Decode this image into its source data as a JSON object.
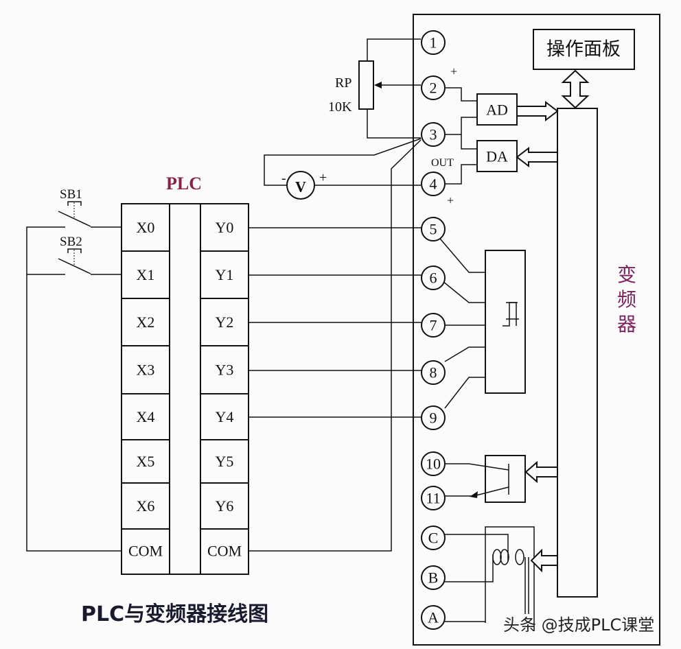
{
  "diagram": {
    "caption": "PLC与变频器接线图",
    "watermark": "头条 @技成PLC课堂",
    "plc": {
      "title": "PLC",
      "inputs": [
        "X0",
        "X1",
        "X2",
        "X3",
        "X4",
        "X5",
        "X6",
        "COM"
      ],
      "outputs": [
        "Y0",
        "Y1",
        "Y2",
        "Y3",
        "Y4",
        "Y5",
        "Y6",
        "COM"
      ]
    },
    "switches": [
      {
        "label": "SB1",
        "connects_to": "X0"
      },
      {
        "label": "SB2",
        "connects_to": "X1"
      }
    ],
    "potentiometer": {
      "label": "RP",
      "value": "10K"
    },
    "voltmeter": {
      "symbol": "V",
      "minus": "-",
      "plus": "+"
    },
    "inverter": {
      "title_chars": [
        "变",
        "频",
        "器"
      ],
      "panel_label": "操作面板",
      "ad_label": "AD",
      "da_label": "DA",
      "out_label": "OUT",
      "plus_sign": "+",
      "terminals": [
        "1",
        "2",
        "3",
        "4",
        "5",
        "6",
        "7",
        "8",
        "9",
        "10",
        "11",
        "C",
        "B",
        "A"
      ]
    },
    "colors": {
      "line": "#111111",
      "background": "#fbfbfb",
      "plc_title": "#8b2245",
      "inverter_title": "#7a1f5c",
      "caption": "#1a1a2e"
    }
  }
}
